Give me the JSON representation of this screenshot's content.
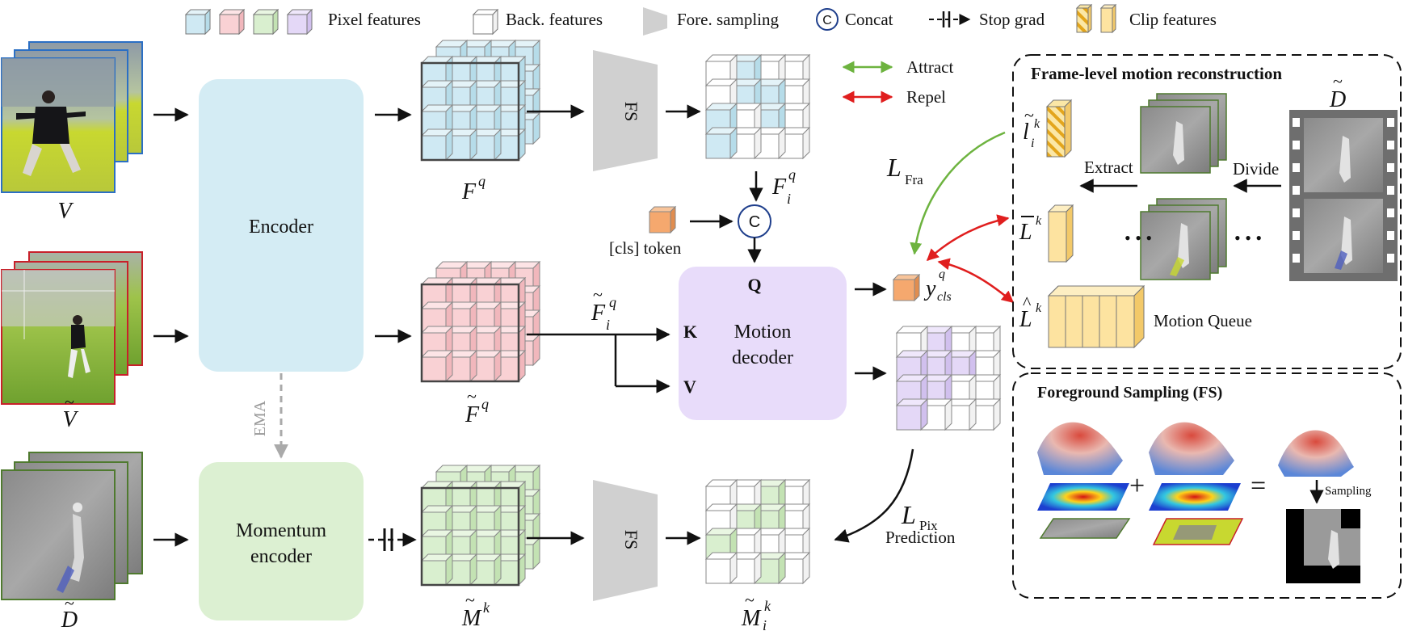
{
  "legend": {
    "pixel_features": "Pixel features",
    "back_features": "Back. features",
    "fore_sampling": "Fore. sampling",
    "concat_symbol": "C",
    "concat": "Concat",
    "stop_grad": "Stop grad",
    "clip_features": "Clip features",
    "attract": "Attract",
    "repel": "Repel"
  },
  "inputs": {
    "v": "V",
    "v_tilde": "V",
    "d_tilde": "D"
  },
  "modules": {
    "encoder": "Encoder",
    "momentum_encoder_1": "Momentum",
    "momentum_encoder_2": "encoder",
    "ema": "EMA",
    "fs": "FS",
    "motion_decoder_1": "Motion",
    "motion_decoder_2": "decoder",
    "q": "Q",
    "k": "K",
    "v": "V",
    "cls_token": "[cls] token",
    "concat": "C"
  },
  "features": {
    "fq": "F",
    "fq_sup": "q",
    "fiq": "F",
    "fiq_sub": "i",
    "fiq_sup": "q",
    "ftq": "F",
    "ftq_sup": "q",
    "ftiq": "F",
    "ftiq_sub": "i",
    "ftiq_sup": "q",
    "mk": "M",
    "mk_sup": "k",
    "mik": "M",
    "mik_sub": "i",
    "mik_sup": "k",
    "ycls": "y",
    "ycls_sub": "cls",
    "ycls_sup": "q"
  },
  "losses": {
    "fra": "L",
    "fra_sub": "Fra",
    "pix": "L",
    "pix_sub": "Pix",
    "prediction": "Prediction"
  },
  "frame_panel": {
    "title": "Frame-level motion reconstruction",
    "d_tilde": "D",
    "li": "l",
    "li_sub": "i",
    "li_sup": "k",
    "lbar": "L",
    "lbar_sup": "k",
    "lhat": "L",
    "lhat_sup": "k",
    "extract": "Extract",
    "divide": "Divide",
    "dots": "• • •",
    "motion_queue": "Motion Queue"
  },
  "fs_panel": {
    "title": "Foreground Sampling (FS)",
    "plus": "+",
    "equals": "=",
    "sampling": "Sampling"
  }
}
